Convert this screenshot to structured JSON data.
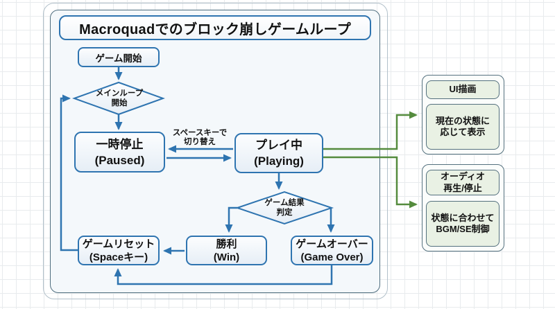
{
  "title": "Macroquadでのブロック崩しゲームループ",
  "colors": {
    "node_border_blue": "#2e74b0",
    "arrow_blue": "#2e74b0",
    "arrow_green": "#548b3d",
    "container_border": "#4e6d7e",
    "container_fill": "#f4f8fb",
    "panel_border": "#54707e",
    "panel_fill": "#fbfdfb",
    "panel_item_fill": "#e9f1e4",
    "node_fill_top": "#fcfdfe",
    "node_fill_bottom": "#e6eef6",
    "grid_line": "#e8ebed",
    "text": "#111111"
  },
  "flow": {
    "start": {
      "label": "ゲーム開始"
    },
    "main_loop_decision": {
      "line1": "メインループ",
      "line2": "開始"
    },
    "paused": {
      "line1": "一時停止",
      "line2": "(Paused)"
    },
    "playing": {
      "line1": "プレイ中",
      "line2": "(Playing)"
    },
    "toggle_note": {
      "line1": "スペースキーで",
      "line2": "切り替え"
    },
    "result_decision": {
      "line1": "ゲーム結果",
      "line2": "判定"
    },
    "win": {
      "line1": "勝利",
      "line2": "(Win)"
    },
    "game_over": {
      "line1": "ゲームオーバー",
      "line2": "(Game Over)"
    },
    "reset": {
      "line1": "ゲームリセット",
      "line2": "(Spaceキー)"
    }
  },
  "side_panels": {
    "ui": {
      "heading": "UI描画",
      "body_line1": "現在の状態に",
      "body_line2": "応じて表示"
    },
    "audio": {
      "heading_line1": "オーディオ",
      "heading_line2": "再生/停止",
      "body_line1": "状態に合わせて",
      "body_line2": "BGM/SE制御"
    }
  }
}
